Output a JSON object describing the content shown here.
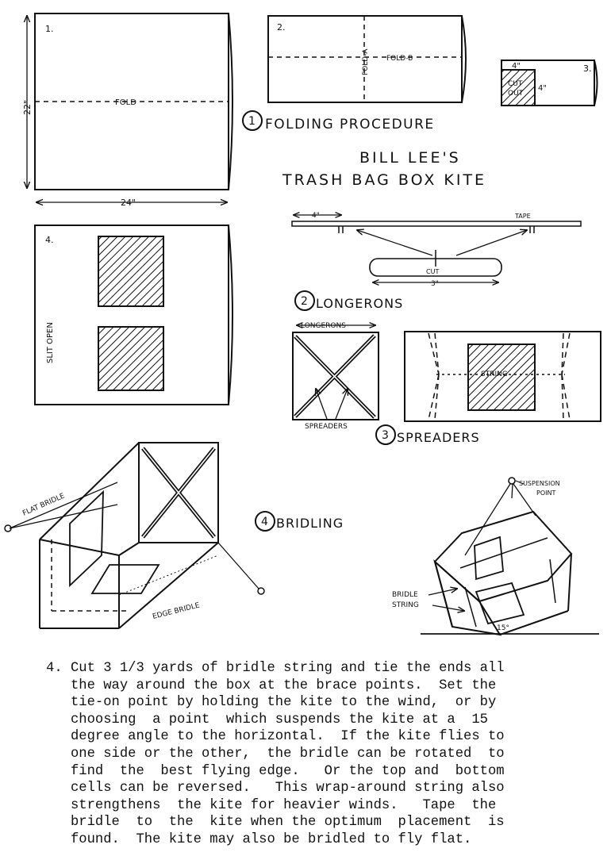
{
  "title": {
    "line1": "BILL LEE'S",
    "line2": "TRASH BAG BOX KITE"
  },
  "sections": {
    "folding": {
      "num": "1",
      "label": "FOLDING PROCEDURE"
    },
    "longerons": {
      "num": "2",
      "label": "LONGERONS"
    },
    "spreaders": {
      "num": "3",
      "label": "SPREADERS"
    },
    "bridling": {
      "num": "4",
      "label": "BRIDLING"
    }
  },
  "panel1": {
    "num": "1.",
    "fold": "FOLD",
    "height": "22\"",
    "width": "24\""
  },
  "panel2": {
    "num": "2.",
    "fold_a": "FOLD-A",
    "fold_b": "FOLD-B"
  },
  "panel3": {
    "num": "3.",
    "dim_top": "4\"",
    "dim_side": "4\"",
    "cut": "CUT",
    "out": "OUT"
  },
  "panel4": {
    "num": "4.",
    "slit": "SLIT OPEN"
  },
  "longeron_fig": {
    "dim": "4\"",
    "tape": "TAPE",
    "cut": "CUT",
    "len": "3\""
  },
  "spreader_fig": {
    "longerons": "LONGERONS",
    "spreaders": "SPREADERS",
    "string": "STRING"
  },
  "bridle_fig": {
    "flat": "FLAT BRIDLE",
    "edge": "EDGE BRIDLE",
    "suspension1": "SUSPENSION",
    "suspension2": "POINT",
    "bridle1": "BRIDLE",
    "bridle2": "STRING",
    "angle": "15°"
  },
  "instructions": [
    "4. Cut 3 1/3 yards of bridle string and tie the ends all",
    "   the way around the box at the brace points.  Set the",
    "   tie-on point by holding the kite to the wind,  or by",
    "   choosing  a point  which suspends the kite at a  15",
    "   degree angle to the horizontal.  If the kite flies to",
    "   one side or the other,  the bridle can be rotated  to",
    "   find  the  best flying edge.   Or the top and  bottom",
    "   cells can be reversed.   This wrap-around string also",
    "   strengthens  the kite for heavier winds.   Tape  the",
    "   bridle  to  the  kite when the optimum  placement  is",
    "   found.  The kite may also be bridled to fly flat."
  ]
}
